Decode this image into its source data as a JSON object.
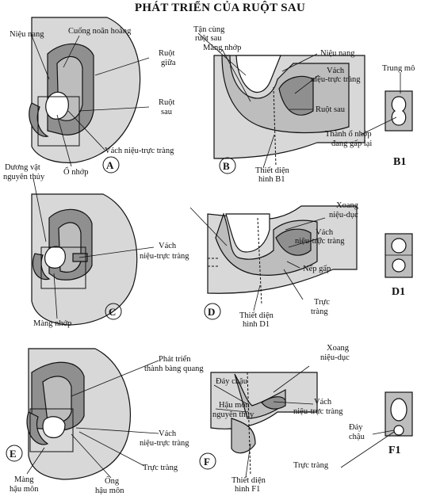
{
  "title": "PHÁT TRIỂN CỦA RUỘT SAU",
  "panels": {
    "A": {
      "letter": "A",
      "labels": [
        "Niệu nang",
        "Cuống noãn hoàng",
        "Ruột",
        "giữa",
        "Ruột",
        "sau",
        "Vách niệu-trực tràng",
        "Ổ nhớp"
      ]
    },
    "B": {
      "letter": "B",
      "labels": [
        "Tận cùng",
        "ruột sau",
        "Màng nhớp",
        "Niệu nang",
        "Vách",
        "niệu-trực tràng",
        "Ruột sau",
        "Thiết diện",
        "hình B1"
      ]
    },
    "B1": {
      "letter": "B1",
      "labels": [
        "Trung mô",
        "Thành ổ nhớp",
        "đang gấp lại"
      ]
    },
    "C": {
      "letter": "C",
      "labels": [
        "Dương vật",
        "nguyên thủy",
        "Vách",
        "niệu-trực tràng",
        "Màng nhớp"
      ]
    },
    "D": {
      "letter": "D",
      "labels": [
        "Xoang",
        "niệu-dục",
        "Vách",
        "niệu-trực tràng",
        "Nếp gấp",
        "Trực",
        "tràng",
        "Thiết diện",
        "hình D1"
      ]
    },
    "D1": {
      "letter": "D1"
    },
    "E": {
      "letter": "E",
      "labels": [
        "Phát triển",
        "thành bàng quang",
        "Vách",
        "niệu-trực tràng",
        "Trực tràng",
        "Màng",
        "hậu môn",
        "Ống",
        "hậu môn"
      ]
    },
    "F": {
      "letter": "F",
      "labels": [
        "Đáy chậu",
        "Hậu môn",
        "nguyên thủy",
        "Xoang",
        "niệu-dục",
        "Vách",
        "niệu-trực tràng",
        "Đáy",
        "chậu",
        "Trực tràng",
        "Thiết diện",
        "hình F1"
      ]
    },
    "F1": {
      "letter": "F1"
    }
  },
  "colors": {
    "light": "#d8d8d8",
    "mid": "#bdbdbd",
    "dark": "#8f8f8f",
    "line": "#111111"
  }
}
